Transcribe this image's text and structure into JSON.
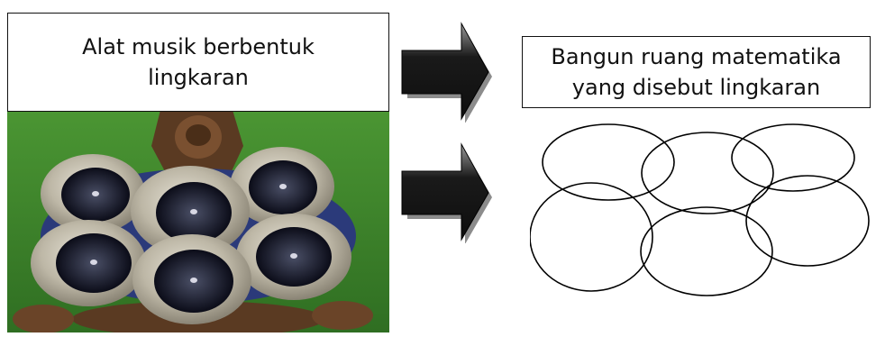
{
  "left_label": {
    "lines": [
      "Alat musik berbentuk",
      "lingkaran"
    ]
  },
  "right_label": {
    "lines": [
      "Bangun ruang matematika",
      "yang disebut lingkaran"
    ]
  },
  "colors": {
    "box_border": "#111111",
    "arrow_dark": "#0e0e0e",
    "arrow_light": "#9a9a9a",
    "backdrop": "#3f8a2c"
  },
  "photo": {
    "object": "gong-set",
    "gong_count": 6
  },
  "diagram": {
    "circle_count": 6,
    "stroke": "#000000"
  }
}
